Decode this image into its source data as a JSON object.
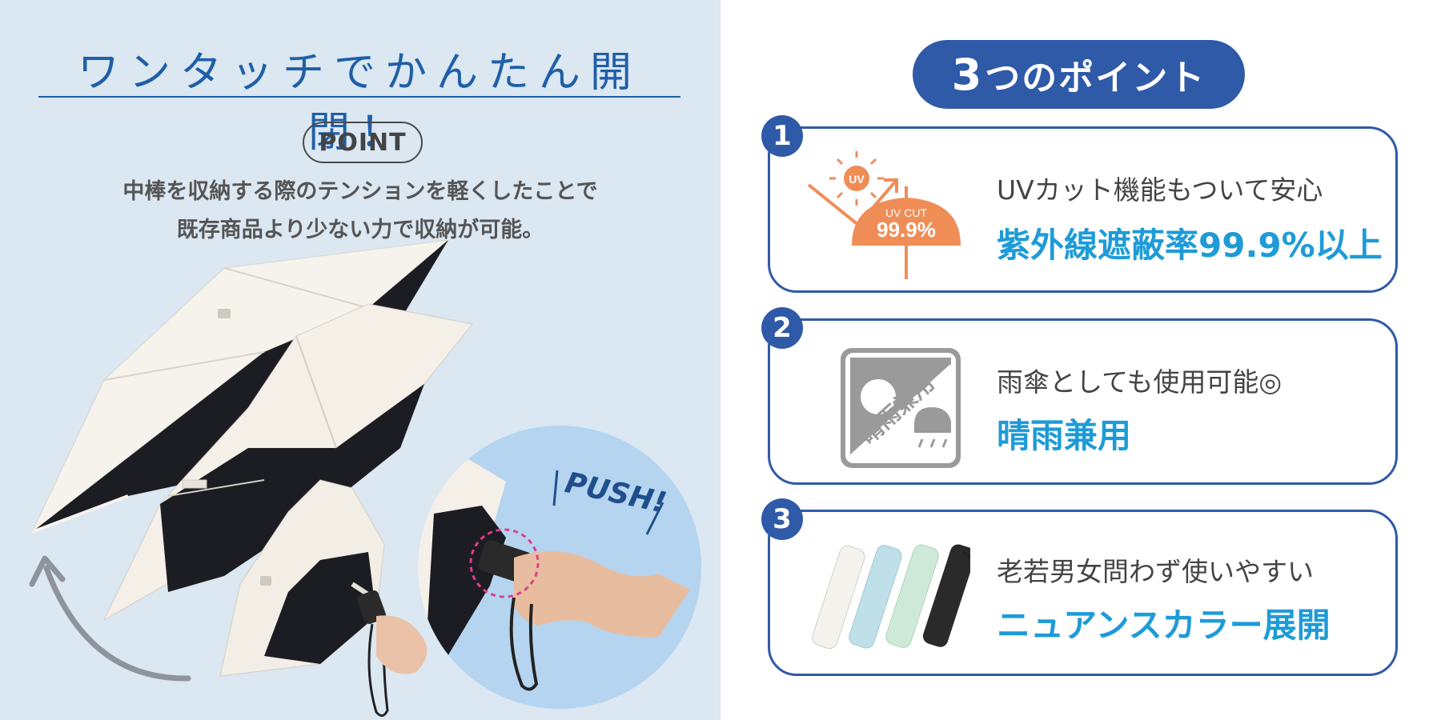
{
  "left": {
    "headline": "ワンタッチでかんたん開閉！",
    "point_label": "POINT",
    "desc_line1": "中棒を収納する際のテンションを軽くしたことで",
    "desc_line2": "既存商品より少ない力で収納が可能。",
    "push_label": "PUSH!"
  },
  "right": {
    "title_number": "3",
    "title_text": "つのポイント",
    "cards": [
      {
        "num": "1",
        "sub": "UVカット機能もついて安心",
        "main": "紫外線遮蔽率99.9%以上",
        "icon_badge": "UV",
        "icon_caption": "UV CUT",
        "icon_value": "99.9%"
      },
      {
        "num": "2",
        "sub": "雨傘としても使用可能◎",
        "main": "晴雨兼用",
        "icon_text": "晴雨兼用"
      },
      {
        "num": "3",
        "sub": "老若男女問わず使いやすい",
        "main": "ニュアンスカラー展開"
      }
    ]
  },
  "colors": {
    "accent_blue": "#2f5aa8",
    "headline_blue": "#1f5fa8",
    "highlight_cyan": "#1e9bd7",
    "uv_orange": "#f08d57",
    "panel_bg": "#dbe7f1",
    "umbrella_colors": [
      "#f4f2ec",
      "#bfe0e9",
      "#cfe9d8",
      "#2a2a2a"
    ]
  }
}
